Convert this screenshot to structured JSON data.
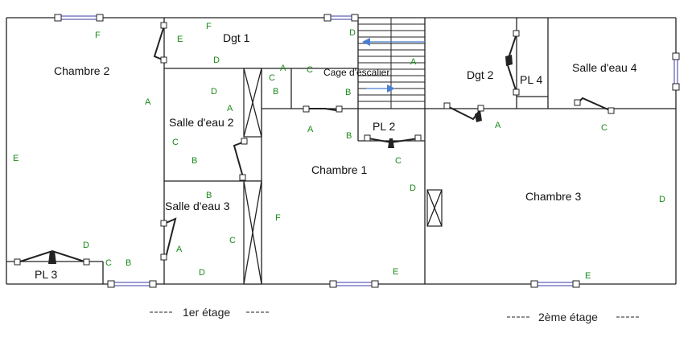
{
  "rooms": {
    "chambre_2": "Chambre 2",
    "dgt_1": "Dgt 1",
    "cage_escalier": "Cage d'escalier",
    "dgt_2": "Dgt 2",
    "pl_4": "PL 4",
    "salle_eau_4": "Salle d'eau 4",
    "salle_eau_2": "Salle d'eau 2",
    "pl_2": "PL 2",
    "chambre_1": "Chambre 1",
    "chambre_3": "Chambre 3",
    "salle_eau_3": "Salle d'eau 3",
    "pl_3": "PL 3"
  },
  "wall_codes": [
    "F",
    "E",
    "F",
    "D",
    "D",
    "A",
    "C",
    "C",
    "A",
    "D",
    "A",
    "B",
    "A",
    "B",
    "A",
    "C",
    "B",
    "B",
    "B",
    "C",
    "D",
    "F",
    "C",
    "A",
    "D",
    "C",
    "B",
    "D",
    "E",
    "E",
    "E",
    "C",
    "D",
    "A"
  ],
  "captions": {
    "floor_1": "1er étage",
    "floor_2": "2ème étage"
  },
  "colors": {
    "walls": "#222222",
    "wall_codes": "#1a8a1a",
    "windows": "#3a3aa8",
    "stair_arrows": "#4a7fd0"
  }
}
